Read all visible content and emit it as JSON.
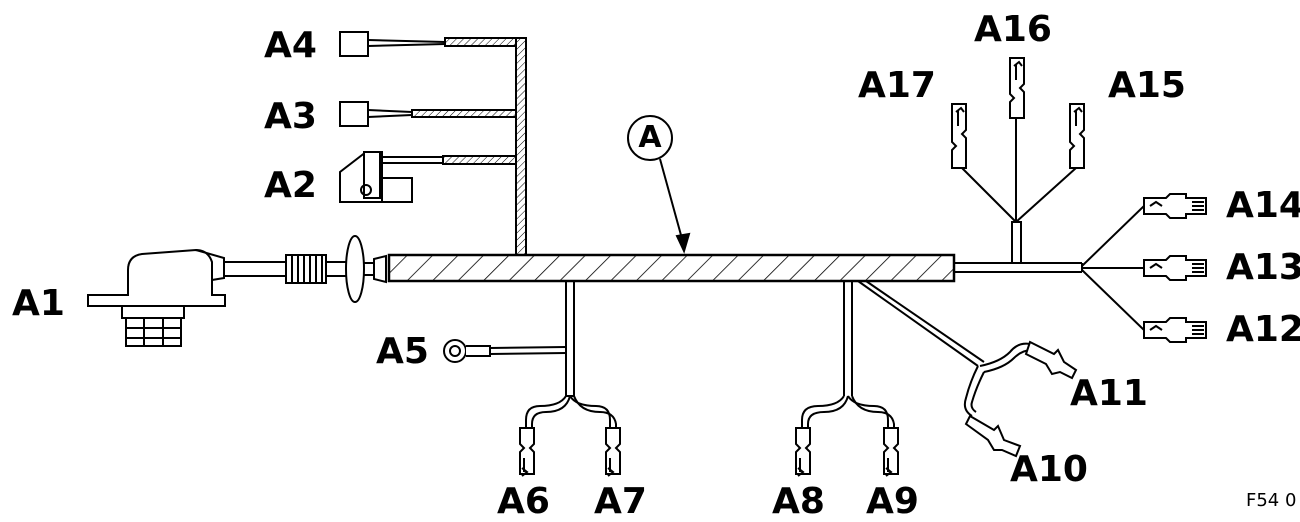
{
  "diagram": {
    "callout": "A",
    "figure_code": "F54 0",
    "labels": {
      "a1": "A1",
      "a2": "A2",
      "a3": "A3",
      "a4": "A4",
      "a5": "A5",
      "a6": "A6",
      "a7": "A7",
      "a8": "A8",
      "a9": "A9",
      "a10": "A10",
      "a11": "A11",
      "a12": "A12",
      "a13": "A13",
      "a14": "A14",
      "a15": "A15",
      "a16": "A16",
      "a17": "A17"
    }
  }
}
